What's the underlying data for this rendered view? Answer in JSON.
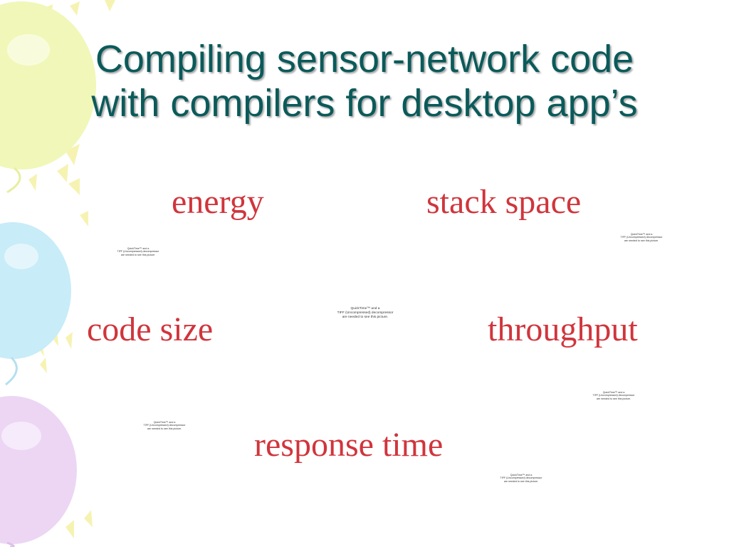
{
  "slide": {
    "title_lines": [
      "Compiling sensor-network code",
      "with compilers for desktop app’s"
    ],
    "terms": {
      "energy": "energy",
      "stack_space": "stack space",
      "code_size": "code size",
      "throughput": "throughput",
      "response_time": "response time"
    },
    "placeholder_lines": [
      "QuickTime™ and a",
      "TIFF (Uncompressed) decompressor",
      "are needed to see this picture."
    ]
  },
  "colors": {
    "title": "#0b5a5a",
    "term": "#d0353c",
    "balloon_yellow": "#f1f7b8",
    "balloon_blue": "#c8ecf8",
    "balloon_purple": "#ecd6f4",
    "ray_yellow": "#f6f3b2"
  },
  "icons": [
    "balloon-icon",
    "sun-ray-icon"
  ]
}
